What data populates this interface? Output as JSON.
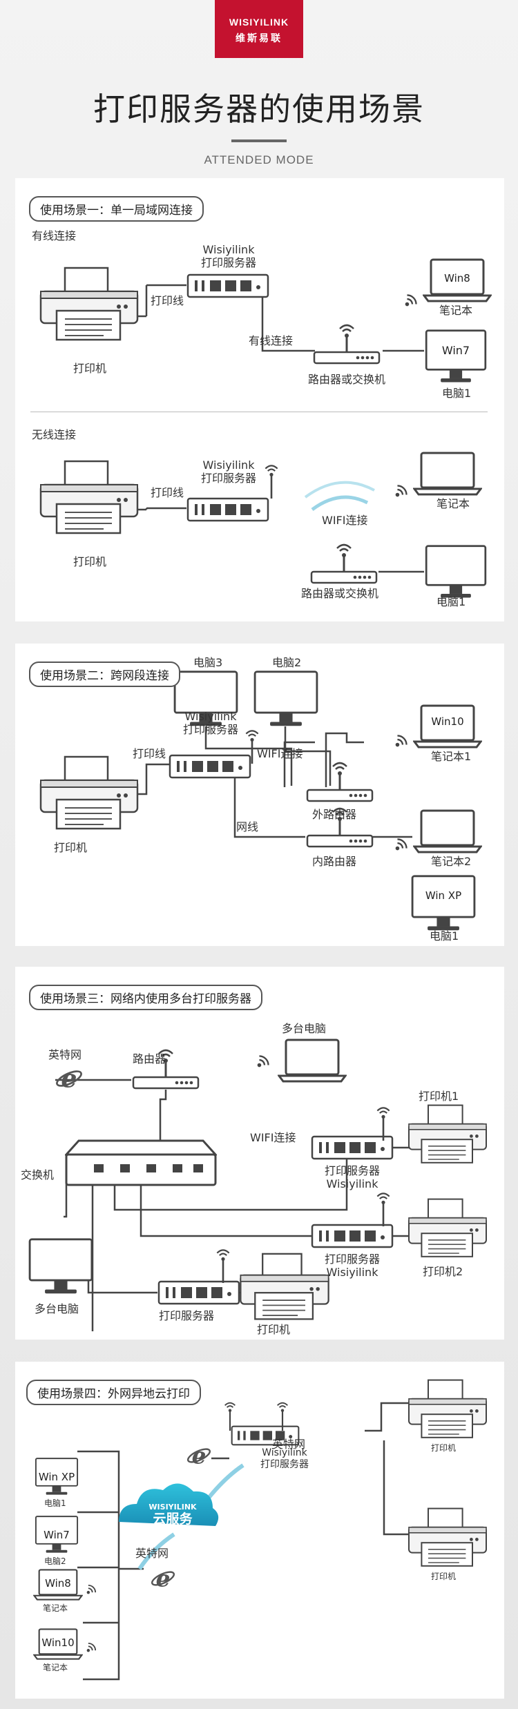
{
  "brand": {
    "en": "WISIYILINK",
    "cn": "维斯易联"
  },
  "title": "打印服务器的使用场景",
  "subtitle": "ATTENDED MODE",
  "s1": {
    "tag": "使用场景一：单一局域网连接",
    "wired": "有线连接",
    "printer": "打印机",
    "cable": "打印线",
    "srv1": "Wisiyilink",
    "srv2": "打印服务器",
    "wiredconn": "有线连接",
    "router": "路由器或交换机",
    "laptop_screen": "Win8",
    "laptop": "笔记本",
    "pc_screen": "Win7",
    "pc": "电脑1",
    "wireless": "无线连接",
    "printer_b": "打印机",
    "cable_b": "打印线",
    "srv1_b": "Wisiyilink",
    "srv2_b": "打印服务器",
    "wifi": "WIFI连接",
    "laptop_b": "笔记本",
    "router_b": "路由器或交换机",
    "pc_b": "电脑1"
  },
  "s2": {
    "tag": "使用场景二：跨网段连接",
    "pc3": "电脑3",
    "pc2": "电脑2",
    "nb1_screen": "Win10",
    "nb1": "笔记本1",
    "printer": "打印机",
    "cable": "打印线",
    "srv1": "Wisiyilink",
    "srv2": "打印服务器",
    "wifi": "WIFI连接",
    "router_out": "外路由器",
    "netline": "网线",
    "router_in": "内路由器",
    "nb2": "笔记本2",
    "pc1_screen": "Win XP",
    "pc1": "电脑1"
  },
  "s3": {
    "tag": "使用场景三：网络内使用多台打印服务器",
    "internet": "英特网",
    "router": "路由器",
    "multi_pc": "多台电脑",
    "printer1": "打印机1",
    "wifi": "WIFI连接",
    "srv_a": "打印服务器",
    "srv_a2": "Wisiyilink",
    "switch": "交换机",
    "srv_b": "打印服务器",
    "srv_b2": "Wisiyilink",
    "printer2": "打印机2",
    "multi_pc_b": "多台电脑",
    "srv_c": "打印服务器",
    "printer": "打印机"
  },
  "s4": {
    "tag": "使用场景四：外网异地云打印",
    "internet_a": "英特网",
    "srv1": "Wisiyilink",
    "srv2": "打印服务器",
    "printer_a": "打印机",
    "printer_b": "打印机",
    "cloud_en": "WISIYILINK",
    "cloud_cn": "云服务",
    "internet_b": "英特网",
    "devices": [
      {
        "screen": "Win XP",
        "label": "电脑1"
      },
      {
        "screen": "Win7",
        "label": "电脑2"
      },
      {
        "screen": "Win8",
        "label": "笔记本"
      },
      {
        "screen": "Win10",
        "label": "笔记本"
      }
    ]
  }
}
